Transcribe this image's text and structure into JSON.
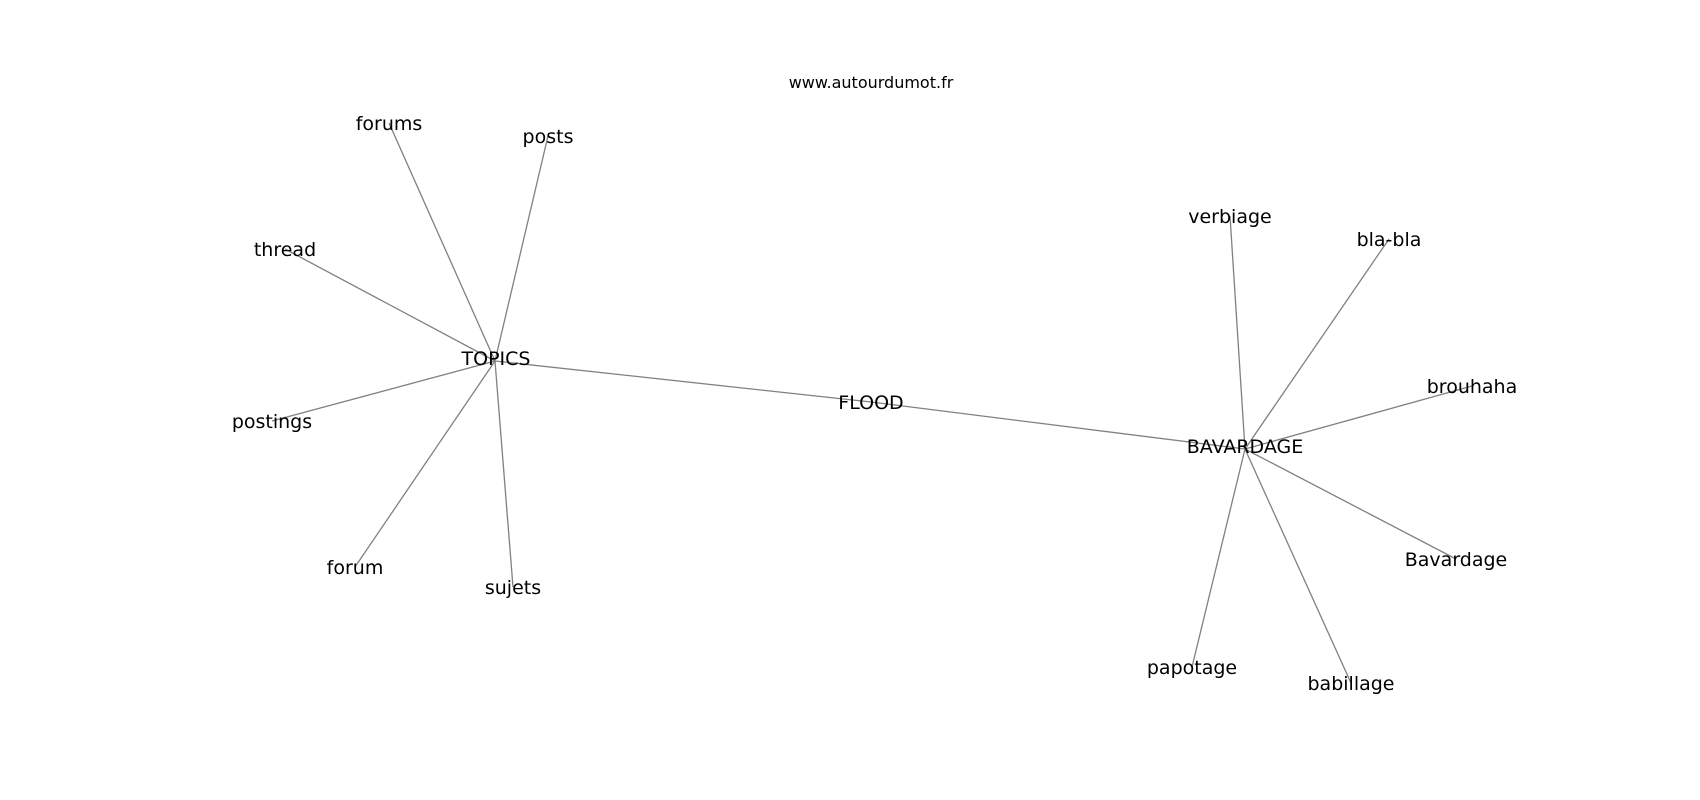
{
  "caption": "www.autourdumot.fr",
  "graph": {
    "nodes": [
      {
        "id": "flood",
        "label": "FLOOD"
      },
      {
        "id": "topics",
        "label": "TOPICS"
      },
      {
        "id": "bavardage-hub",
        "label": "BAVARDAGE"
      },
      {
        "id": "forums",
        "label": "forums"
      },
      {
        "id": "posts",
        "label": "posts"
      },
      {
        "id": "thread",
        "label": "thread"
      },
      {
        "id": "postings",
        "label": "postings"
      },
      {
        "id": "forum",
        "label": "forum"
      },
      {
        "id": "sujets",
        "label": "sujets"
      },
      {
        "id": "verbiage",
        "label": "verbiage"
      },
      {
        "id": "bla-bla",
        "label": "bla-bla"
      },
      {
        "id": "brouhaha",
        "label": "brouhaha"
      },
      {
        "id": "bavardage",
        "label": "Bavardage"
      },
      {
        "id": "babillage",
        "label": "babillage"
      },
      {
        "id": "papotage",
        "label": "papotage"
      }
    ],
    "edges": [
      [
        "topics",
        "flood"
      ],
      [
        "flood",
        "bavardage-hub"
      ],
      [
        "topics",
        "forums"
      ],
      [
        "topics",
        "posts"
      ],
      [
        "topics",
        "thread"
      ],
      [
        "topics",
        "postings"
      ],
      [
        "topics",
        "forum"
      ],
      [
        "topics",
        "sujets"
      ],
      [
        "bavardage-hub",
        "verbiage"
      ],
      [
        "bavardage-hub",
        "bla-bla"
      ],
      [
        "bavardage-hub",
        "brouhaha"
      ],
      [
        "bavardage-hub",
        "bavardage"
      ],
      [
        "bavardage-hub",
        "babillage"
      ],
      [
        "bavardage-hub",
        "papotage"
      ]
    ]
  }
}
